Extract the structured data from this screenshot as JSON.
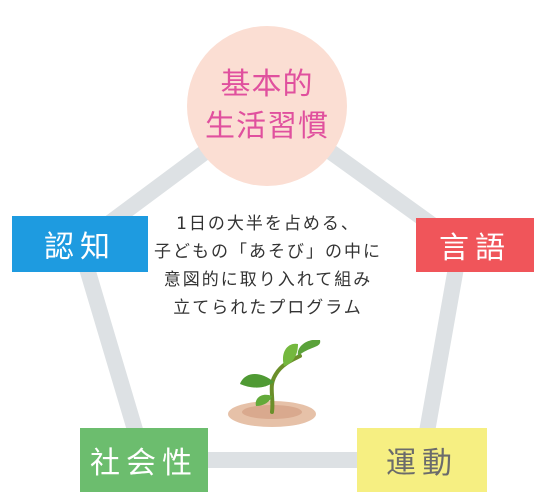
{
  "nodes": {
    "top": {
      "line1": "基本的",
      "line2": "生活習慣",
      "color": "#e0509e",
      "bg": "#fbded3"
    },
    "left": {
      "label": "認知",
      "bg": "#1e9be0"
    },
    "right": {
      "label": "言語",
      "bg": "#f0555a"
    },
    "bottom_left": {
      "label": "社会性",
      "bg": "#6cbd6e"
    },
    "bottom_right": {
      "label": "運動",
      "bg": "#f6ef82"
    }
  },
  "center": {
    "line1": "1日の大半を占める、",
    "line2": "子どもの「あそび」の中に",
    "line3": "意図的に取り入れて組み",
    "line4": "立てられたプログラム"
  },
  "icons": {
    "center_illustration": "sprout-icon"
  },
  "colors": {
    "pentagon_line": "#dde1e4"
  }
}
